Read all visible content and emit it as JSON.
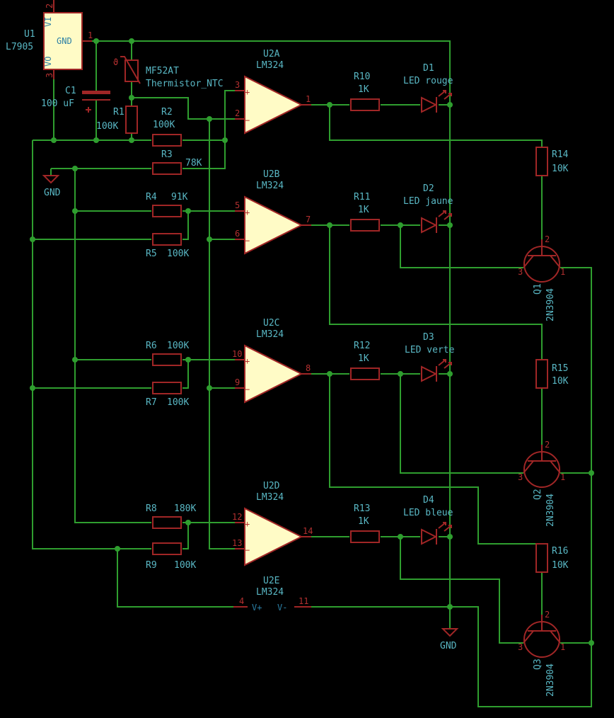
{
  "components": {
    "u1": {
      "ref": "U1",
      "value": "L7905",
      "pin_vi": "VI",
      "pin_gnd": "GND",
      "pin_vo": "VO",
      "pin1": "1",
      "pin2": "2",
      "pin3": "3"
    },
    "c1": {
      "ref": "C1",
      "value": "100 uF"
    },
    "r1": {
      "ref": "R1",
      "value": "100K"
    },
    "r2": {
      "ref": "R2",
      "value": "100K"
    },
    "r3": {
      "ref": "R3",
      "value": "78K"
    },
    "r4": {
      "ref": "R4",
      "value": "91K"
    },
    "r5": {
      "ref": "R5",
      "value": "100K"
    },
    "r6": {
      "ref": "R6",
      "value": "100K"
    },
    "r7": {
      "ref": "R7",
      "value": "100K"
    },
    "r8": {
      "ref": "R8",
      "value": "180K"
    },
    "r9": {
      "ref": "R9",
      "value": "100K"
    },
    "r10": {
      "ref": "R10",
      "value": "1K"
    },
    "r11": {
      "ref": "R11",
      "value": "1K"
    },
    "r12": {
      "ref": "R12",
      "value": "1K"
    },
    "r13": {
      "ref": "R13",
      "value": "1K"
    },
    "r14": {
      "ref": "R14",
      "value": "10K"
    },
    "r15": {
      "ref": "R15",
      "value": "10K"
    },
    "r16": {
      "ref": "R16",
      "value": "10K"
    },
    "th1": {
      "ref": "MF52AT",
      "value": "Thermistor_NTC"
    },
    "u2a": {
      "ref": "U2A",
      "value": "LM324",
      "plus": "3",
      "minus": "2",
      "out": "1"
    },
    "u2b": {
      "ref": "U2B",
      "value": "LM324",
      "plus": "5",
      "minus": "6",
      "out": "7"
    },
    "u2c": {
      "ref": "U2C",
      "value": "LM324",
      "plus": "10",
      "minus": "9",
      "out": "8"
    },
    "u2d": {
      "ref": "U2D",
      "value": "LM324",
      "plus": "12",
      "minus": "13",
      "out": "14"
    },
    "u2e": {
      "ref": "U2E",
      "value": "LM324",
      "vplus": "V+",
      "vminus": "V-",
      "pin_vplus": "4",
      "pin_vminus": "11"
    },
    "d1": {
      "ref": "D1",
      "value": "LED rouge"
    },
    "d2": {
      "ref": "D2",
      "value": "LED jaune"
    },
    "d3": {
      "ref": "D3",
      "value": "LED verte"
    },
    "d4": {
      "ref": "D4",
      "value": "LED bleue"
    },
    "q1": {
      "ref": "Q1",
      "value": "2N3904",
      "b": "2",
      "e": "3",
      "c": "1"
    },
    "q2": {
      "ref": "Q2",
      "value": "2N3904",
      "b": "2",
      "e": "3",
      "c": "1"
    },
    "q3": {
      "ref": "Q3",
      "value": "2N3904",
      "b": "2",
      "e": "3",
      "c": "1"
    },
    "gnd1": {
      "label": "GND"
    },
    "gnd2": {
      "label": "GND"
    }
  },
  "colors": {
    "wire": "#2f9e2f",
    "component": "#a02626",
    "ic_fill": "#fffbc6",
    "label": "#59b7c4",
    "pin": "#b33030",
    "background": "#000000"
  },
  "opamp_signs": {
    "plus": "+",
    "minus": "−"
  }
}
